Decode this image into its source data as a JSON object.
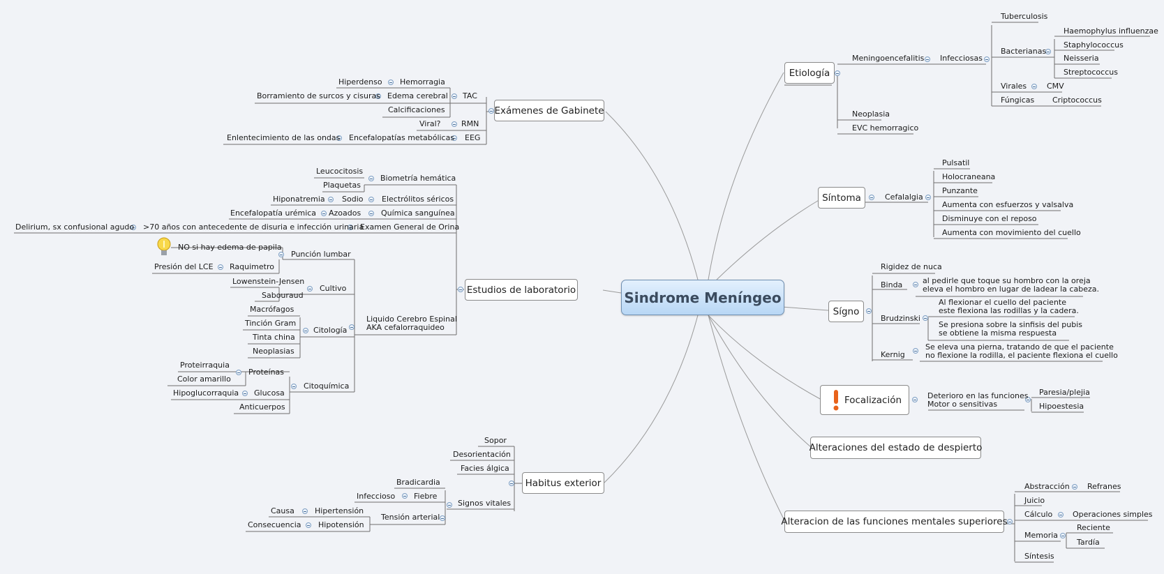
{
  "center": "Sindrome Meníngeo",
  "etiologia": {
    "title": "Etiología",
    "meningo": "Meningoencefalitis",
    "infecciosas": "Infecciosas",
    "tuberculosis": "Tuberculosis",
    "bacterianas": "Bacterianas",
    "haemophylus": "Haemophylus influenzae",
    "staphylococcus": "Staphylococcus",
    "neisseria": "Neisseria",
    "streptococcus": "Streptococcus",
    "virales": "Virales",
    "cmv": "CMV",
    "fungicas": "Fúngicas",
    "criptococcus": "Criptococcus",
    "neoplasia": "Neoplasia",
    "evc": "EVC hemorragico"
  },
  "sintoma": {
    "title": "Síntoma",
    "cefalalgia": "Cefalalgia",
    "pulsatil": "Pulsatil",
    "holocraneana": "Holocraneana",
    "punzante": "Punzante",
    "aumenta_esfuerzos": "Aumenta con esfuerzos y valsalva",
    "disminuye": "Disminuye con el reposo",
    "aumenta_cuello": "Aumenta con movimiento del cuello"
  },
  "signo": {
    "title": "Sígno",
    "rigidez": "Rigidez de nuca",
    "binda": "Binda",
    "binda_desc_1": "al pedirle que toque su hombro con la oreja",
    "binda_desc_2": "eleva el hombro en lugar  de ladear la cabeza.",
    "brudzinski": "Brudzinski",
    "brud_desc1_1": "Al flexionar el cuello del paciente",
    "brud_desc1_2": "este flexiona las rodillas y la cadera.",
    "brud_desc2_1": "Se presiona sobre la sinfisis del pubis",
    "brud_desc2_2": "se obtiene la misma respuesta",
    "kernig": "Kernig",
    "kernig_desc_1": "Se eleva una pierna, tratando de que el paciente",
    "kernig_desc_2": "no flexione la rodilla, el paciente flexiona el cuello"
  },
  "focalizacion": {
    "title": "Focalización",
    "deterioro_1": "Deterioro en las funciones",
    "deterioro_2": "Motor o sensitivas",
    "paresia": "Paresia/plejia",
    "hipoestesia": "Hipoestesia"
  },
  "alteraciones": {
    "title": "Alteraciones del estado de despierto"
  },
  "funciones": {
    "title": "Alteracion de las funciones mentales superiores",
    "abstraccion": "Abstracción",
    "refranes": "Refranes",
    "juicio": "Juicio",
    "calculo": "Cálculo",
    "operaciones": "Operaciones simples",
    "memoria": "Memoria",
    "reciente": "Reciente",
    "tardia": "Tardía",
    "sintesis": "Síntesis"
  },
  "gabinete": {
    "title": "Exámenes de Gabinete",
    "tac": "TAC",
    "hemorragia": "Hemorragia",
    "hiperdenso": "Hiperdenso",
    "edema": "Edema cerebral",
    "borramiento": "Borramiento de surcos y cisuras",
    "calcificaciones": "Calcificaciones",
    "rmn": "RMN",
    "viral": "Viral?",
    "eeg": "EEG",
    "encefalopatias": "Encefalopatías metabólicas",
    "enlentecimiento": "Enlentecimiento de las ondas"
  },
  "laboratorio": {
    "title": "Estudios de laboratorio",
    "biometria": "Biometría hemática",
    "leucocitosis": "Leucocitosis",
    "plaquetas": "Plaquetas",
    "electrolitos": "Electrólitos séricos",
    "sodio": "Sodio",
    "hiponatremia": "Hiponatremia",
    "quimica": "Química sanguínea",
    "azoados": "Azoados",
    "encefalopatia_uremica": "Encefalopatía urémica",
    "ego": "Examen General de Orina",
    "ego_desc": ">70 años con antecedente de disuria e infección urinaria",
    "delirium": "Delirium, sx confusional agudo",
    "lcr_1": "Liquido Cerebro Espinal",
    "lcr_2": "AKA cefalorraquideo",
    "puncion": "Punción lumbar",
    "no_edema": "NO si hay edema de papila",
    "raquimetro": "Raquimetro",
    "presion": "Presión del LCE",
    "cultivo": "Cultivo",
    "lowenstein": "Lowenstein-Jensen",
    "sabouraud": "Sabouraud",
    "citologia": "Citología",
    "macrofagos": "Macrófagos",
    "tincion": "Tinción Gram",
    "tinta": "Tinta china",
    "neoplasias": "Neoplasias",
    "citoquimica": "Citoquímica",
    "proteinas": "Proteínas",
    "proteirraquia": "Proteirraquia",
    "color": "Color amarillo",
    "glucosa": "Glucosa",
    "hipoglucorraquia": "Hipoglucorraquia",
    "anticuerpos": "Anticuerpos"
  },
  "habitus": {
    "title": "Habitus exterior",
    "sopor": "Sopor",
    "desorientacion": "Desorientación",
    "facies": "Facies álgica",
    "signos": "Signos vitales",
    "bradicardia": "Bradicardia",
    "fiebre": "Fiebre",
    "infeccioso": "Infeccioso",
    "tension": "Tensión arterial",
    "hipertension": "Hipertensión",
    "causa": "Causa",
    "hipotension": "Hipotensión",
    "consecuencia": "Consecuencia"
  },
  "colors": {
    "line": "#5c5c5c",
    "background": "#f1f3f7",
    "center_top": "#e3f0fd",
    "center_bottom": "#b8d7f5"
  }
}
